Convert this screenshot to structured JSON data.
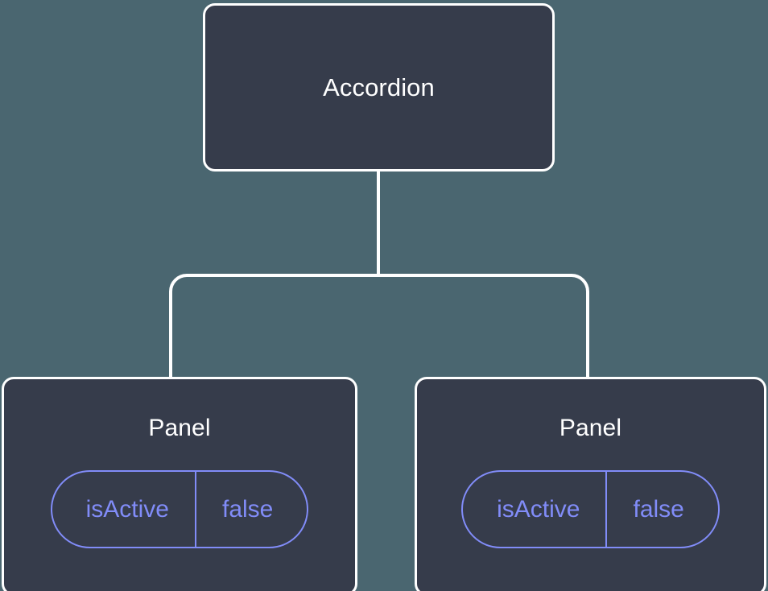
{
  "diagram": {
    "type": "component-tree",
    "background_color": "#4a6670",
    "node_fill_color": "#363c4b",
    "node_border_color": "#ffffff",
    "edge_color": "#ffffff",
    "badge_color": "#818cf8",
    "root": {
      "title": "Accordion"
    },
    "children": [
      {
        "title": "Panel",
        "state": {
          "key": "isActive",
          "value": "false"
        }
      },
      {
        "title": "Panel",
        "state": {
          "key": "isActive",
          "value": "false"
        }
      }
    ]
  }
}
